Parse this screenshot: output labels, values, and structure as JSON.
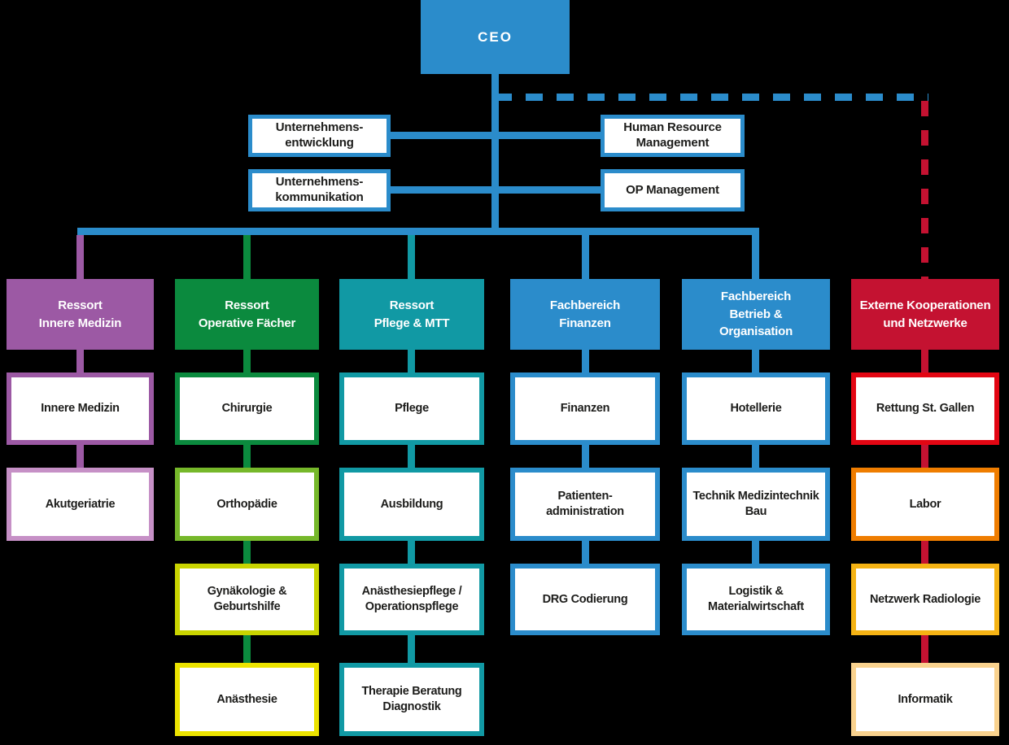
{
  "palette": {
    "blue": "#2b8ccb",
    "purple": "#9c59a4",
    "light_purple": "#c690c6",
    "dark_green": "#0b8a3e",
    "apple_green": "#76b82a",
    "yellow_green": "#c9d400",
    "yellow": "#ece300",
    "teal": "#1199a4",
    "crimson": "#c41231",
    "bright_red": "#e30613",
    "orange": "#ef7d00",
    "amber": "#f5b314",
    "light_amber": "#f9d28e",
    "box_text": "#1d1d1b",
    "background": "#000000"
  },
  "ceo": {
    "label": "CEO"
  },
  "staff_units": [
    {
      "label": "Unternehmens-\nentwicklung"
    },
    {
      "label": "Human Resource\nManagement"
    },
    {
      "label": "Unternehmens-\nkommunikation"
    },
    {
      "label": "OP Management"
    }
  ],
  "columns": [
    {
      "header": "Ressort\nInnere Medizin",
      "color": "#9c59a4",
      "items": [
        {
          "label": "Innere Medizin",
          "border": "#9c59a4"
        },
        {
          "label": "Akutgeriatrie",
          "border": "#c690c6"
        }
      ]
    },
    {
      "header": "Ressort\nOperative Fächer",
      "color": "#0b8a3e",
      "items": [
        {
          "label": "Chirurgie",
          "border": "#0b8a3e"
        },
        {
          "label": "Orthopädie",
          "border": "#76b82a"
        },
        {
          "label": "Gynäkologie &\nGeburtshilfe",
          "border": "#c9d400"
        },
        {
          "label": "Anästhesie",
          "border": "#ece300"
        }
      ]
    },
    {
      "header": "Ressort\nPflege & MTT",
      "color": "#1199a4",
      "items": [
        {
          "label": "Pflege",
          "border": "#1199a4"
        },
        {
          "label": "Ausbildung",
          "border": "#1199a4"
        },
        {
          "label": "Anästhesiepflege /\nOperationspflege",
          "border": "#1199a4"
        },
        {
          "label": "Therapie Beratung\nDiagnostik",
          "border": "#1199a4"
        }
      ]
    },
    {
      "header": "Fachbereich\nFinanzen",
      "color": "#2b8ccb",
      "items": [
        {
          "label": "Finanzen",
          "border": "#2b8ccb"
        },
        {
          "label": "Patienten-\nadministration",
          "border": "#2b8ccb"
        },
        {
          "label": "DRG Codierung",
          "border": "#2b8ccb"
        }
      ]
    },
    {
      "header": "Fachbereich\nBetrieb &\nOrganisation",
      "color": "#2b8ccb",
      "items": [
        {
          "label": "Hotellerie",
          "border": "#2b8ccb"
        },
        {
          "label": "Technik Medizintechnik\nBau",
          "border": "#2b8ccb"
        },
        {
          "label": "Logistik &\nMaterialwirtschaft",
          "border": "#2b8ccb"
        }
      ]
    },
    {
      "header": "Externe Kooperationen\nund Netzwerke",
      "color": "#c41231",
      "items": [
        {
          "label": "Rettung St. Gallen",
          "border": "#e30613"
        },
        {
          "label": "Labor",
          "border": "#ef7d00"
        },
        {
          "label": "Netzwerk Radiologie",
          "border": "#f5b314"
        },
        {
          "label": "Informatik",
          "border": "#f9d28e"
        }
      ]
    }
  ]
}
